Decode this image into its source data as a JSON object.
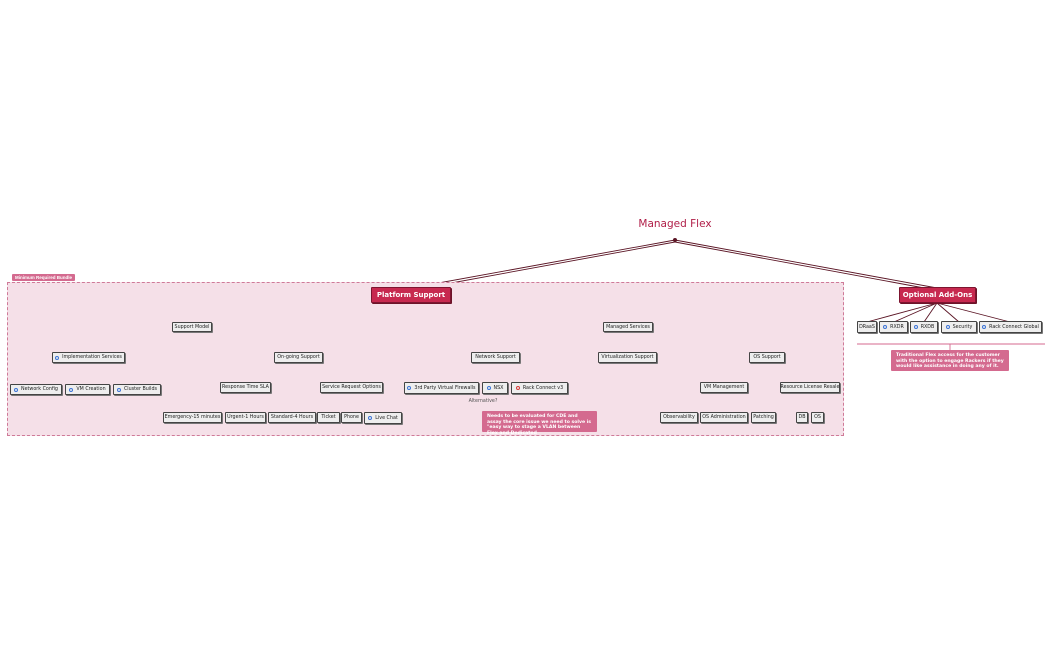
{
  "diagram": {
    "root": "Managed Flex",
    "region_label": "Minimum Required Bundle",
    "platform": {
      "title": "Platform Support",
      "support_model": "Support Model",
      "implementation_services": "Implementation Services",
      "network_config": "Network Config",
      "vm_creation": "VM Creation",
      "cluster_builds": "Cluster Builds",
      "ongoing_support": "On-going Support",
      "response_time_sla": "Response Time SLA",
      "emergency": "Emergency-15 minutes",
      "urgent": "Urgent-1 Hours",
      "standard": "Standard-4 Hours",
      "service_request_options": "Service Request Options",
      "ticket": "Ticket",
      "phone": "Phone",
      "live_chat": "Live Chat",
      "managed_services": "Managed Services",
      "network_support": "Network Support",
      "third_party_firewalls": "3rd Party Virtual Firewalls",
      "nsx": "NSX",
      "rack_connect_v3": "Rack Connect v3",
      "alternative": "Alternative?",
      "virtualization_support": "Virtualization Support",
      "os_support": "OS Support",
      "vm_management": "VM Management",
      "observability": "Observability",
      "os_administration": "OS Administration",
      "patching": "Patching",
      "resource_license_resale": "Resource License Resale",
      "db": "DB",
      "os": "OS"
    },
    "addons": {
      "title": "Optional Add-Ons",
      "draas": "DRaaS",
      "rxdr": "RXDR",
      "rxdb": "RXDB",
      "security": "Security",
      "rack_connect_global": "Rack Connect Global"
    },
    "notes": {
      "rackconnect": "Needs to be evaluated for CDE and assay the core issue we need to solve is \"easy way to stage a VLAN between Flex and Dedicated",
      "addons": "Traditional Flex access for the customer with the option to engage Rackers if they would like assistance in doing any of it."
    }
  },
  "colors": {
    "accent": "#c7294f",
    "region_fill": "#f5e0e8",
    "note_fill": "#d46a8f",
    "line": "#5a1424",
    "icon_blue": "#3b73d6",
    "icon_red": "#d93a3a"
  }
}
